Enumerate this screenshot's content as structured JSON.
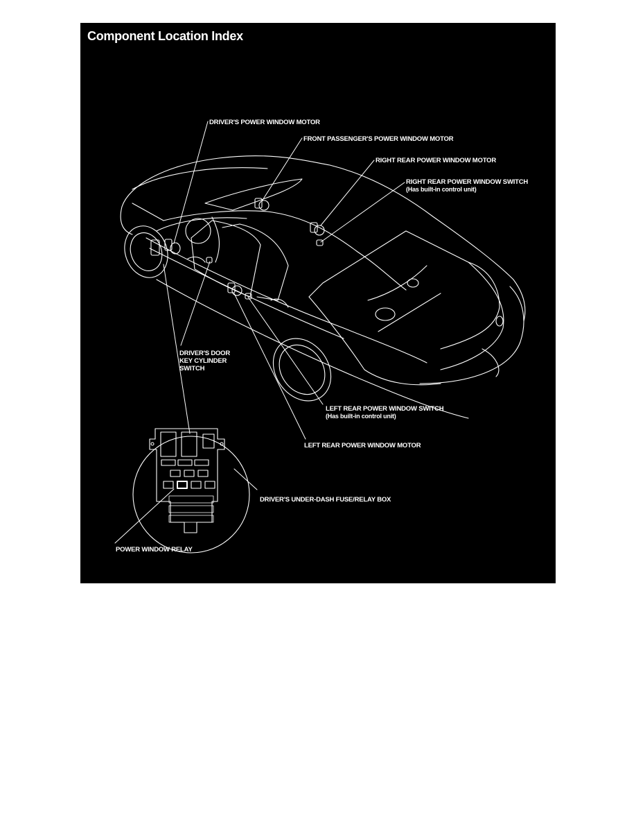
{
  "document": {
    "title": "Component Location Index",
    "colors": {
      "panel_bg": "#000000",
      "line_art": "#ffffff",
      "page_bg": "#ffffff"
    }
  },
  "callouts": {
    "drivers_power_window_motor": {
      "label": "DRIVER'S POWER WINDOW MOTOR"
    },
    "front_passengers_power_window_motor": {
      "label": "FRONT PASSENGER'S POWER WINDOW MOTOR"
    },
    "right_rear_power_window_motor": {
      "label": "RIGHT REAR POWER WINDOW MOTOR"
    },
    "right_rear_power_window_switch": {
      "label": "RIGHT REAR POWER WINDOW SWITCH",
      "note": "(Has built-in control unit)"
    },
    "drivers_door_key_cylinder_switch": {
      "lines": [
        "DRIVER'S DOOR",
        "KEY CYLINDER",
        "SWITCH"
      ]
    },
    "left_rear_power_window_switch": {
      "label": "LEFT REAR POWER WINDOW SWITCH",
      "note": "(Has built-in control unit)"
    },
    "left_rear_power_window_motor": {
      "label": "LEFT REAR POWER WINDOW MOTOR"
    },
    "drivers_under_dash_fuse_relay_box": {
      "label": "DRIVER'S UNDER-DASH FUSE/RELAY BOX"
    },
    "power_window_relay": {
      "label": "POWER WINDOW RELAY"
    }
  }
}
